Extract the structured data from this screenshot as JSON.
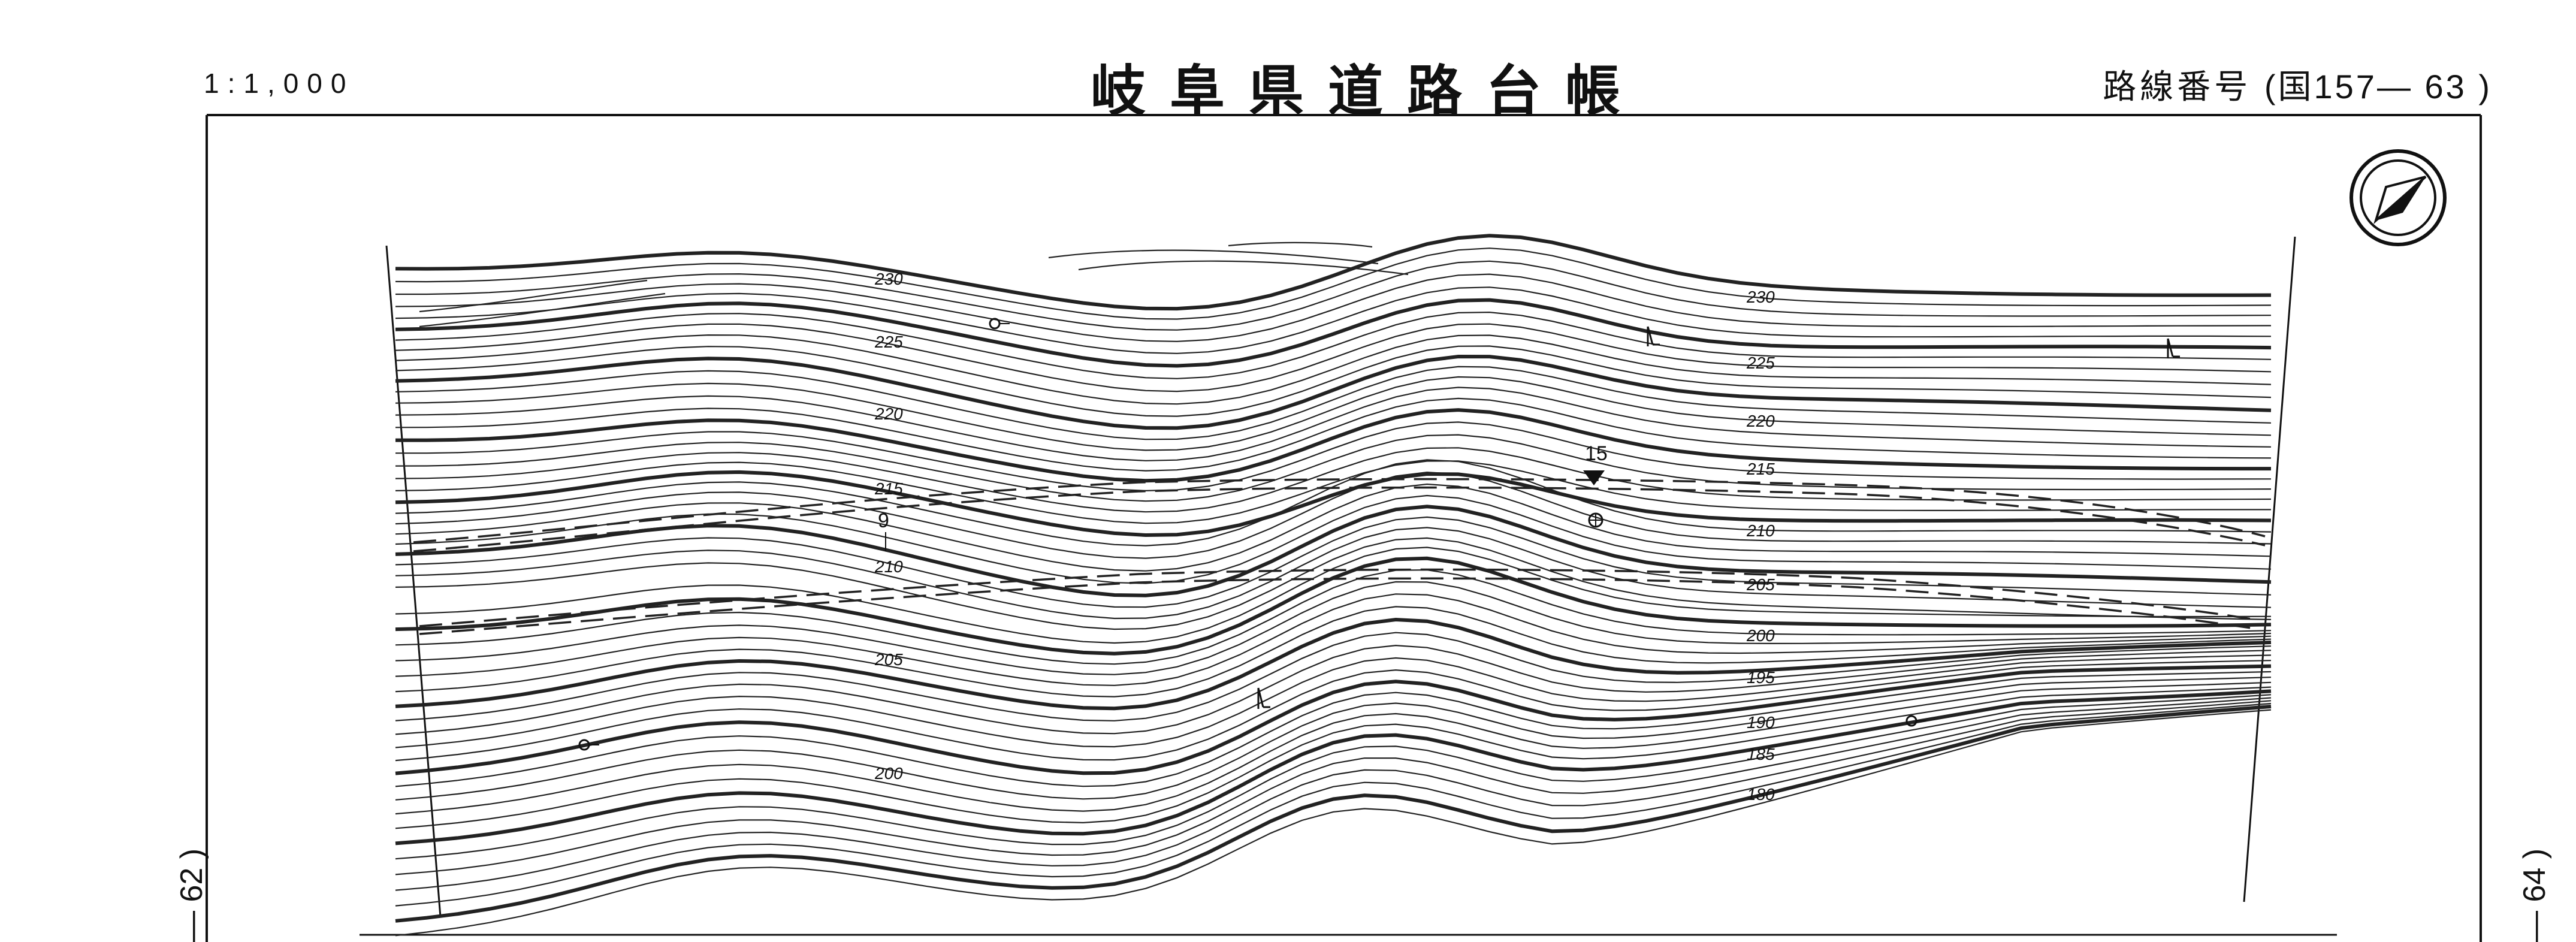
{
  "header": {
    "scale": "1:1,000",
    "title": "岐阜県道路台帳",
    "route_label": "路線番号",
    "route_number": "(国157— 63 )"
  },
  "adjacent_sheets": {
    "left": "— 62 )",
    "right": "— 64 )"
  },
  "contours": {
    "labels": [
      "230",
      "225",
      "220",
      "215",
      "210",
      "205",
      "200",
      "195",
      "190",
      "185",
      "180"
    ]
  },
  "markers": {
    "station_15": "15",
    "station_9": "9"
  },
  "icons": [
    "north-arrow-icon",
    "deciduous-tree-icon",
    "coniferous-tree-icon",
    "benchmark-icon",
    "triangulation-point-icon"
  ]
}
